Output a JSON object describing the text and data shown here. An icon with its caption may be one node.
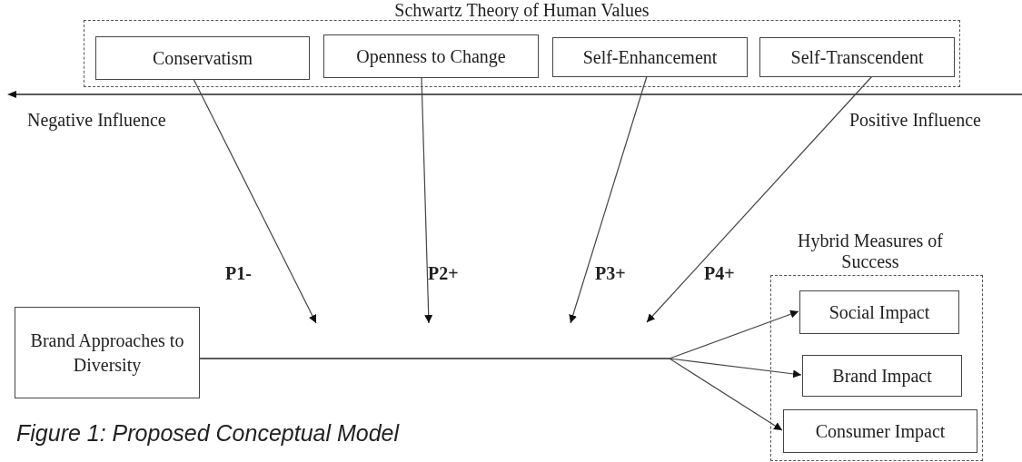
{
  "diagram": {
    "caption": "Figure 1: Proposed Conceptual Model",
    "nodes": [
      {
        "text": [
          "Schwartz Theory of Human Values"
        ]
      },
      {
        "text": [
          "Conservatism"
        ],
        "in": 0
      },
      {
        "text": [
          "Openness to Change"
        ],
        "in": 0
      },
      {
        "text": [
          "Self-Enhancement"
        ],
        "in": 0
      },
      {
        "text": [
          "Self-Transcendent"
        ],
        "in": 0
      },
      {
        "text": [
          "Brand Approaches to Diversity"
        ]
      },
      {
        "text": [
          "Hybrid Measures of Success"
        ]
      },
      {
        "text": [
          "Social Impact"
        ],
        "in": 6
      },
      {
        "text": [
          "Brand Impact"
        ],
        "in": 6
      },
      {
        "text": [
          "Consumer Impact"
        ],
        "in": 6
      }
    ],
    "edges": [
      {
        "from": 1,
        "to": null,
        "arrow": "to",
        "label": "P1-"
      },
      {
        "from": 2,
        "to": null,
        "arrow": "to",
        "label": "P2+"
      },
      {
        "from": 3,
        "to": null,
        "arrow": "to",
        "label": "P3+"
      },
      {
        "from": 4,
        "to": null,
        "arrow": "to",
        "label": "P4+"
      },
      {
        "from": 5,
        "to": 7,
        "arrow": "to"
      },
      {
        "from": 5,
        "to": 8,
        "arrow": "to"
      },
      {
        "from": 5,
        "to": 9,
        "arrow": "to"
      }
    ],
    "labels": [
      "Negative Influence",
      "Positive Influence"
    ]
  }
}
